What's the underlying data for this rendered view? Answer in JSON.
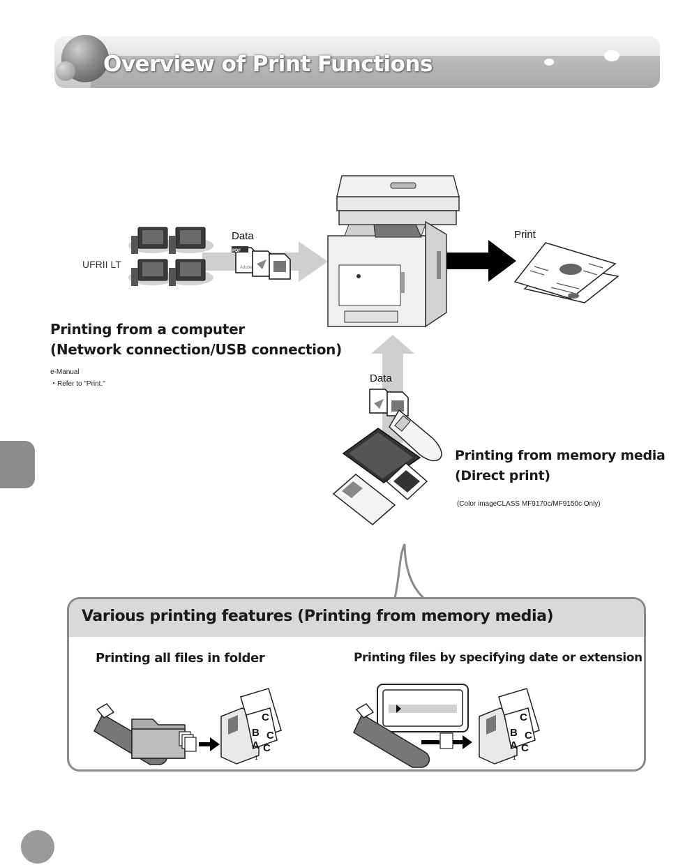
{
  "page": {
    "title": "Overview of Print Functions"
  },
  "diagram": {
    "driver_label": "UFRII LT",
    "data_label_top": "Data",
    "data_label_bottom": "Data",
    "print_label": "Print",
    "pdf_badge": "PDF",
    "adobe_text": "Adobe",
    "computer": {
      "heading_line1": "Printing from a computer",
      "heading_line2": "(Network connection/USB connection)",
      "manual_label": "e-Manual",
      "manual_ref": "・Refer to \"Print.\""
    },
    "memory": {
      "heading_line1": "Printing from memory media",
      "heading_line2": "(Direct print)",
      "note": "(Color imageCLASS MF9170c/MF9150c Only)"
    }
  },
  "features": {
    "title": "Various printing features (Printing from memory media)",
    "item1": "Printing all files in folder",
    "item2": "Printing files by specifying date or extension",
    "stack_letters": [
      "A",
      "B",
      "C"
    ],
    "page_number_mark": "1"
  },
  "colors": {
    "arrow_gray": "#cfcfcf",
    "arrow_black": "#000000",
    "banner_gray": "#c9c9c9",
    "header_gray": "#d9d9d9"
  }
}
